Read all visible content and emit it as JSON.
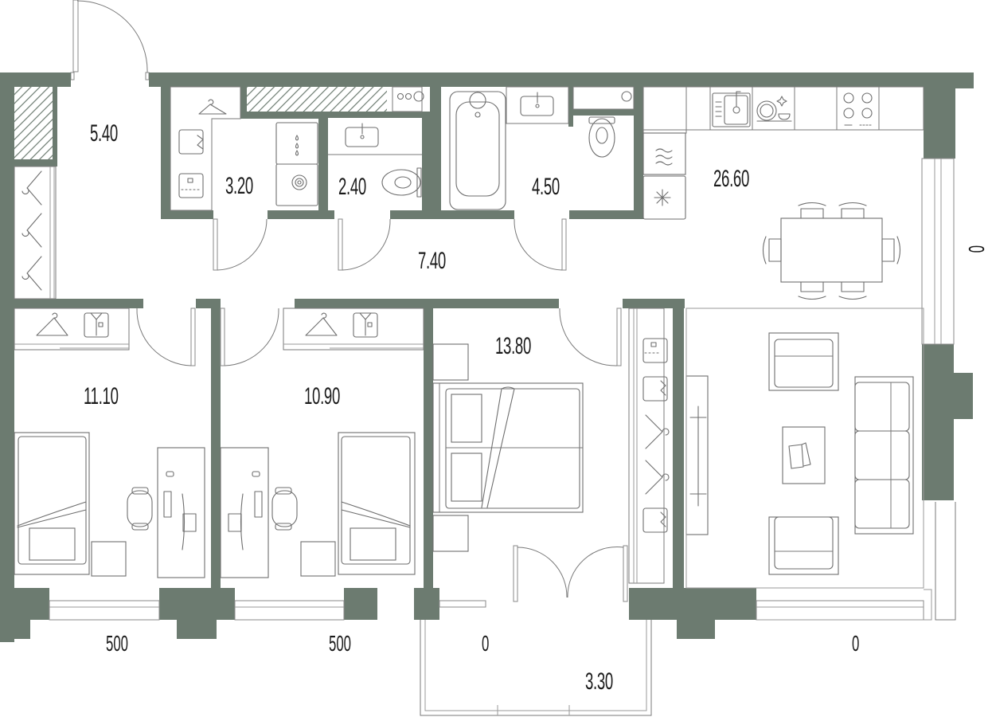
{
  "plan": {
    "wall_color": "#6c7b70",
    "rooms": [
      {
        "id": "hall",
        "name": "entrance-hall",
        "area": "5.40"
      },
      {
        "id": "dressing",
        "name": "laundry-dressing-room",
        "area": "3.20"
      },
      {
        "id": "wc",
        "name": "guest-wc",
        "area": "2.40"
      },
      {
        "id": "bath",
        "name": "bathroom",
        "area": "4.50"
      },
      {
        "id": "kitchen",
        "name": "kitchen-living-room",
        "area": "26.60"
      },
      {
        "id": "corridor",
        "name": "corridor",
        "area": "7.40"
      },
      {
        "id": "bed1",
        "name": "bedroom-1",
        "area": "11.10"
      },
      {
        "id": "bed2",
        "name": "bedroom-2",
        "area": "10.90"
      },
      {
        "id": "master",
        "name": "master-bedroom",
        "area": "13.80"
      },
      {
        "id": "balcony",
        "name": "balcony",
        "area": "3.30"
      }
    ],
    "dimensions": {
      "bed1_window": "500",
      "bed2_window": "500",
      "master_window": "0",
      "living_window_bottom": "0",
      "living_window_right": "0"
    }
  }
}
